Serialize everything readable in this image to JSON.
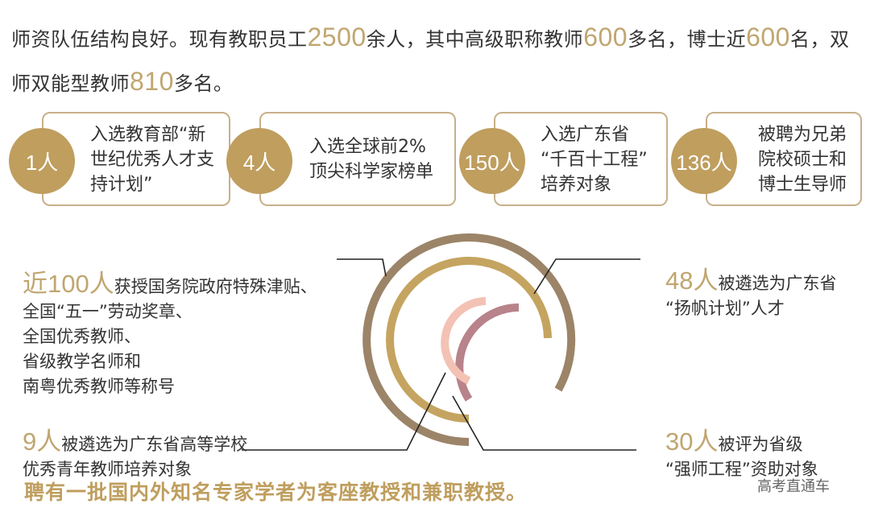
{
  "intro": {
    "p1": "师资队伍结构良好。现有教职员工",
    "n1": "2500",
    "p2": "余人，其中高级职称教师",
    "n2": "600",
    "p3": "多名，博士近",
    "n3": "600",
    "p4": "名，双师双能型教师",
    "n4": "810",
    "p5": "多名。"
  },
  "cards": [
    {
      "count": "1人",
      "text": "入选教育部“新\n世纪优秀人才支\n持计划”"
    },
    {
      "count": "4人",
      "text": "入选全球前2%\n顶尖科学家榜单"
    },
    {
      "count": "150人",
      "text": "入选广东省\n“千百十工程”\n培养对象"
    },
    {
      "count": "136人",
      "text": "被聘为兄弟\n院校硕士和\n博士生导师"
    }
  ],
  "callouts": {
    "top_left": {
      "count": "近100人",
      "first": "获授国务院政府特殊津贴、",
      "rest": "全国“五一”劳动奖章、\n全国优秀教师、\n省级教学名师和\n南粤优秀教师等称号"
    },
    "top_right": {
      "count": "48人",
      "first": "被遴选为广东省",
      "rest": "“扬帆计划”人才"
    },
    "bottom_left": {
      "count": "9人",
      "first": "被遴选为广东省高等学校",
      "rest": "优秀青年教师培养对象"
    },
    "bottom_right": {
      "count": "30人",
      "first": "被评为省级",
      "rest": "“强师工程”资助对象"
    }
  },
  "rings": {
    "colors": {
      "outer": "#9c8468",
      "gold": "#c4a460",
      "rose": "#b8838b",
      "peach": "#f3c2b5"
    }
  },
  "footer": "聘有一批国内外知名专家学者为客座教授和兼职教授。",
  "watermark": "高考直通车"
}
